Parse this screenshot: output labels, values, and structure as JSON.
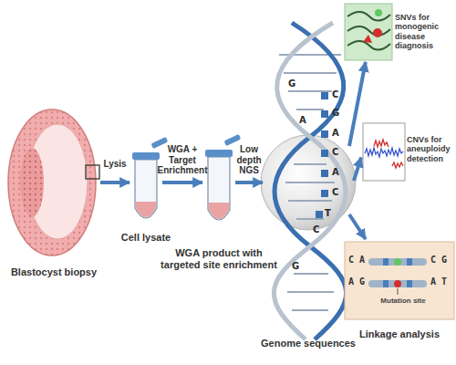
{
  "diagram": {
    "nodes": [
      {
        "text": [
          "Blastocyst biopsy"
        ]
      },
      {
        "text": [
          "Cell lysate"
        ]
      },
      {
        "text": [
          "WGA product with targeted site enrichment"
        ]
      },
      {
        "text": [
          "Genome sequences"
        ]
      },
      {
        "text": [
          "SNVs for monogenic disease diagnosis"
        ]
      },
      {
        "text": [
          "CNVs for aneuploidy detection"
        ]
      },
      {
        "text": [
          "C A",
          "C G",
          "A G",
          "A T",
          "Mutation site",
          "Linkage analysis"
        ]
      }
    ],
    "edges": [
      {
        "from": 0,
        "to": 1,
        "label": "Lysis",
        "arrow": "to"
      },
      {
        "from": 1,
        "to": 2,
        "label": "WGA + Target Enrichment",
        "arrow": "to"
      },
      {
        "from": 2,
        "to": 3,
        "label": "Low depth NGS",
        "arrow": "to"
      },
      {
        "from": 3,
        "to": 4,
        "arrow": "to"
      },
      {
        "from": 3,
        "to": 5,
        "arrow": "to"
      },
      {
        "from": 3,
        "to": 6,
        "arrow": "to"
      }
    ],
    "labels": [
      "C",
      "G",
      "A",
      "C",
      "A",
      "C",
      "T",
      "G",
      "A",
      "C",
      "G"
    ]
  }
}
